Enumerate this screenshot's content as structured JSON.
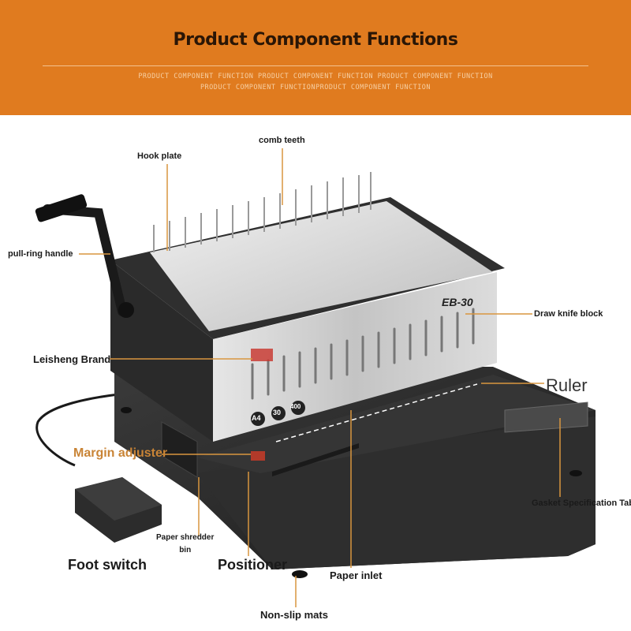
{
  "banner": {
    "title": "Product Component Functions",
    "subtitle_line1": "PRODUCT COMPONENT FUNCTION PRODUCT COMPONENT FUNCTION PRODUCT COMPONENT FUNCTION",
    "subtitle_line2": "PRODUCT COMPONENT FUNCTIONPRODUCT COMPONENT FUNCTION"
  },
  "machine": {
    "model": "EB-30",
    "badges": [
      "A4",
      "30",
      "400"
    ]
  },
  "labels": {
    "comb_teeth": "comb teeth",
    "hook_plate": "Hook plate",
    "pull_ring_handle": "pull-ring handle",
    "draw_knife_block": "Draw knife block",
    "leisheng_brand": "Leisheng Brand",
    "ruler": "Ruler",
    "margin_adjuster": "Margin adjuster",
    "gasket_table": "Gasket Specification Table",
    "paper_shredder_bin_1": "Paper shredder",
    "paper_shredder_bin_2": "bin",
    "foot_switch": "Foot switch",
    "positioner": "Positioner",
    "paper_inlet": "Paper inlet",
    "non_slip_mats": "Non-slip mats"
  },
  "colors": {
    "banner": "#e07b1f",
    "leader": "#d9963f",
    "body_dark": "#2b2b2b",
    "panel_silver": "#c9c9c9"
  }
}
